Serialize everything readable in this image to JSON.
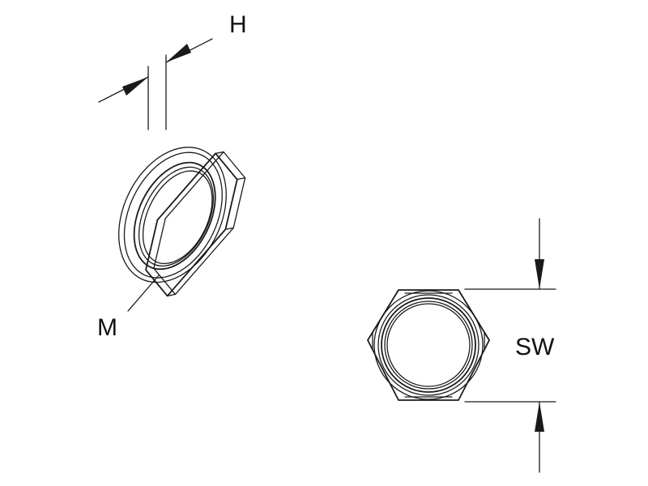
{
  "labels": {
    "height": "H",
    "thread": "M",
    "wrench_size": "SW"
  }
}
